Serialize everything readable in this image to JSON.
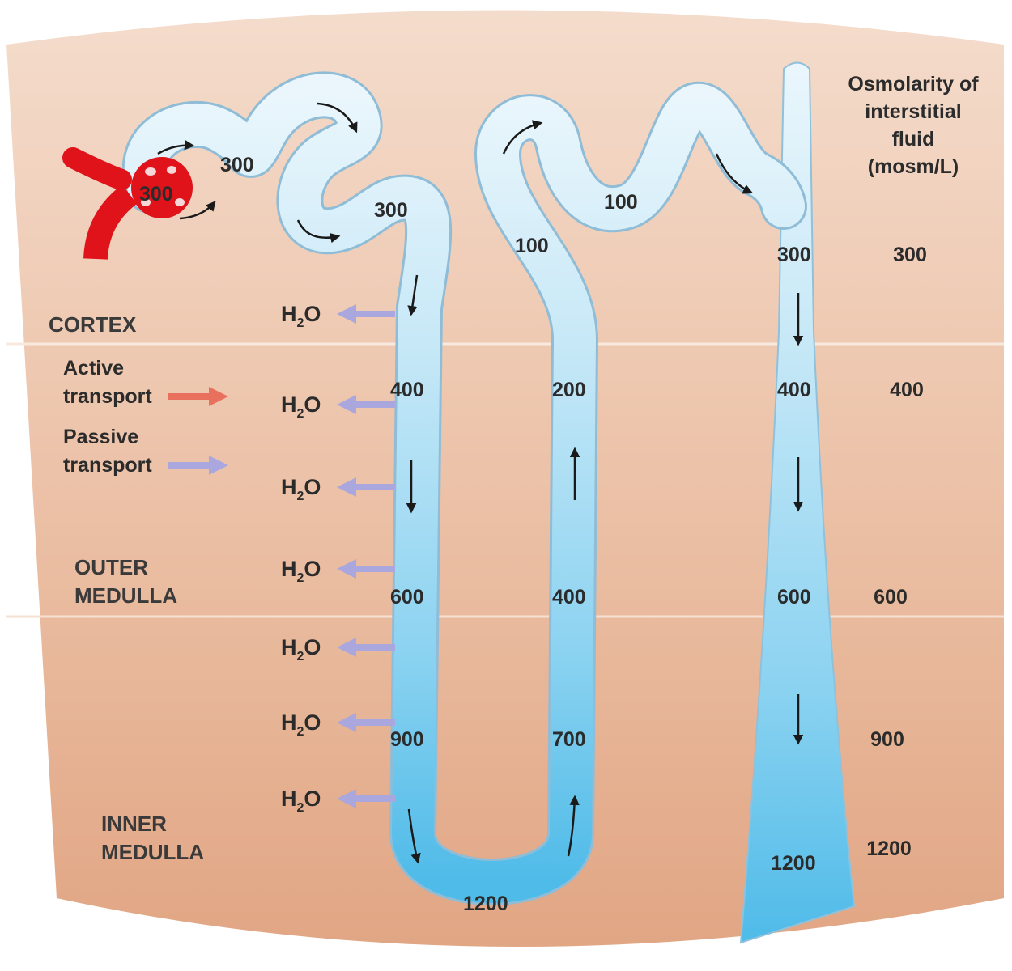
{
  "legend": {
    "active_transport": "Active transport",
    "passive_transport": "Passive transport"
  },
  "zones": {
    "cortex": "CORTEX",
    "outer_medulla_line1": "OUTER",
    "outer_medulla_line2": "MEDULLA",
    "inner_medulla_line1": "INNER",
    "inner_medulla_line2": "MEDULLA"
  },
  "osmolarity_header": {
    "line1": "Osmolarity of",
    "line2": "interstitial",
    "line3": "fluid",
    "line4": "(mosm/L)"
  },
  "interstitial_values": [
    "300",
    "400",
    "600",
    "900",
    "1200"
  ],
  "tubule_values": {
    "glomerulus": "300",
    "proximal": "300",
    "proximal_lower": "300",
    "descending": [
      "400",
      "600",
      "900"
    ],
    "loop_bottom": "1200",
    "ascending": [
      "200",
      "400",
      "700"
    ],
    "ascending_top": "100",
    "distal": "100",
    "collecting": [
      "300",
      "400",
      "600",
      "1200"
    ]
  },
  "water_label": {
    "main": "H",
    "sub": "2",
    "tail": "O"
  },
  "colors": {
    "background_top": "#f3d7c6",
    "background_bottom": "#e2a886",
    "tubule_light": "#e6f4fb",
    "tubule_dark": "#62c2ea",
    "active_arrow": "#e8705d",
    "passive_arrow": "#a9a7de",
    "vessel": "#e0131b"
  }
}
